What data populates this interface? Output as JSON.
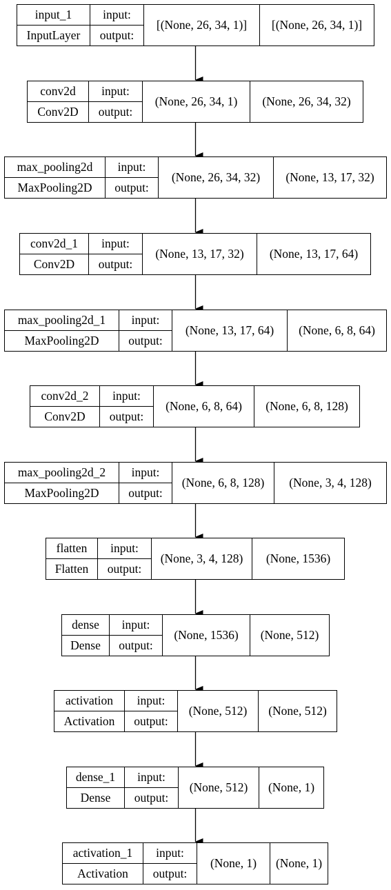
{
  "diagram": {
    "io_labels": {
      "input": "input:",
      "output": "output:"
    },
    "layers": [
      {
        "name": "input_1",
        "type": "InputLayer",
        "input_shape": "[(None, 26, 34, 1)]",
        "output_shape": "[(None, 26, 34, 1)]"
      },
      {
        "name": "conv2d",
        "type": "Conv2D",
        "input_shape": "(None, 26, 34, 1)",
        "output_shape": "(None, 26, 34, 32)"
      },
      {
        "name": "max_pooling2d",
        "type": "MaxPooling2D",
        "input_shape": "(None, 26, 34, 32)",
        "output_shape": "(None, 13, 17, 32)"
      },
      {
        "name": "conv2d_1",
        "type": "Conv2D",
        "input_shape": "(None, 13, 17, 32)",
        "output_shape": "(None, 13, 17, 64)"
      },
      {
        "name": "max_pooling2d_1",
        "type": "MaxPooling2D",
        "input_shape": "(None, 13, 17, 64)",
        "output_shape": "(None, 6, 8, 64)"
      },
      {
        "name": "conv2d_2",
        "type": "Conv2D",
        "input_shape": "(None, 6, 8, 64)",
        "output_shape": "(None, 6, 8, 128)"
      },
      {
        "name": "max_pooling2d_2",
        "type": "MaxPooling2D",
        "input_shape": "(None, 6, 8, 128)",
        "output_shape": "(None, 3, 4, 128)"
      },
      {
        "name": "flatten",
        "type": "Flatten",
        "input_shape": "(None, 3, 4, 128)",
        "output_shape": "(None, 1536)"
      },
      {
        "name": "dense",
        "type": "Dense",
        "input_shape": "(None, 1536)",
        "output_shape": "(None, 512)"
      },
      {
        "name": "activation",
        "type": "Activation",
        "input_shape": "(None, 512)",
        "output_shape": "(None, 512)"
      },
      {
        "name": "dense_1",
        "type": "Dense",
        "input_shape": "(None, 512)",
        "output_shape": "(None, 1)"
      },
      {
        "name": "activation_1",
        "type": "Activation",
        "input_shape": "(None, 1)",
        "output_shape": "(None, 1)"
      }
    ]
  }
}
